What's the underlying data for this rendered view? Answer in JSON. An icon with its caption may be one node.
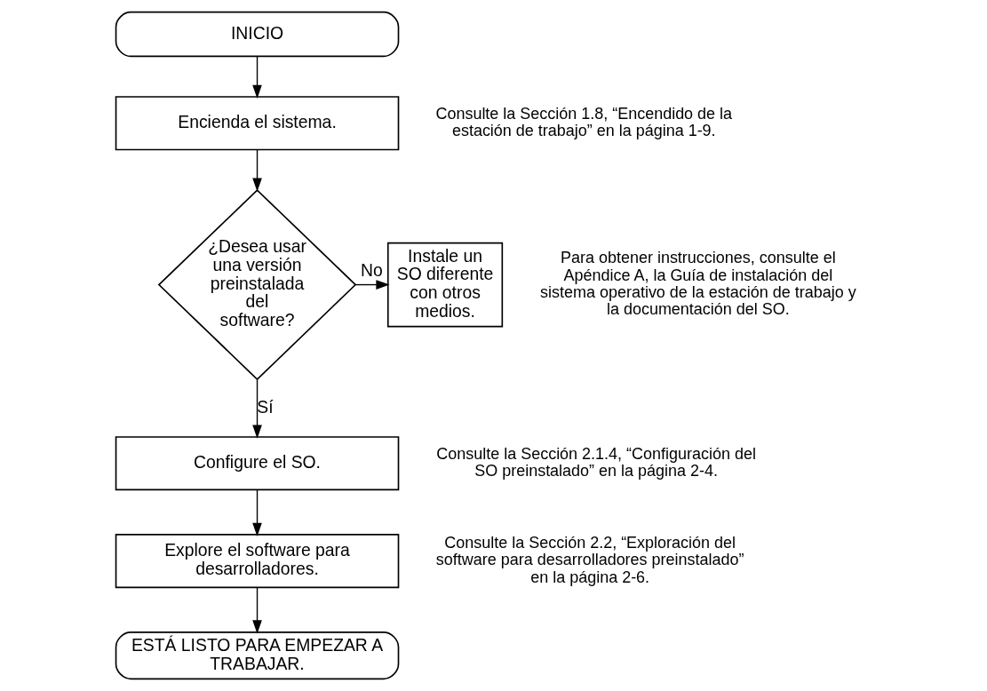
{
  "diagram": {
    "nodes": [
      {
        "text": [
          "INICIO"
        ]
      },
      {
        "text": [
          "Encienda el sistema."
        ],
        "beside": [
          "Consulte la Sección 1.8, “Encendido de la estación de trabajo” en la página 1-9."
        ]
      },
      {
        "text": [
          "¿Desea usar una versión preinstalada del software?"
        ]
      },
      {
        "text": [
          "Instale un SO diferente con otros medios."
        ],
        "beside": [
          "Para obtener instrucciones, consulte el Apéndice A, la Guía de instalación del sistema operativo de la estación de trabajo y la documentación del SO."
        ]
      },
      {
        "text": [
          "Configure el SO."
        ],
        "beside": [
          "Consulte la Sección 2.1.4, “Configuración del SO preinstalado” en la página 2-4."
        ]
      },
      {
        "text": [
          "Explore el software para desarrolladores."
        ],
        "beside": [
          "Consulte la Sección 2.2, “Exploración del software para desarrolladores preinstalado” en la página 2-6."
        ]
      },
      {
        "text": [
          "ESTÁ LISTO PARA EMPEZAR A TRABAJAR."
        ]
      }
    ],
    "edges": [
      {
        "from": 0,
        "to": 1,
        "arrow": "to"
      },
      {
        "from": 1,
        "to": 2,
        "arrow": "to"
      },
      {
        "from": 2,
        "to": 3,
        "arrow": "to",
        "label": "No"
      },
      {
        "from": 2,
        "to": 4,
        "arrow": "to",
        "label": "Sí"
      },
      {
        "from": 4,
        "to": 5,
        "arrow": "to"
      },
      {
        "from": 5,
        "to": 6,
        "arrow": "to"
      }
    ]
  }
}
